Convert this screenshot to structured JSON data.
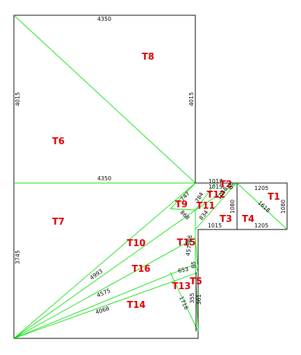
{
  "colors": {
    "outline": "#000000",
    "diagonal": "#00e000",
    "triangle_label": "#dd0000",
    "dimension_text": "#000000"
  },
  "triangles": {
    "t1": "T1",
    "t2": "T2",
    "t3": "T3",
    "t4": "T4",
    "t5": "T5",
    "t6": "T6",
    "t7": "T7",
    "t8": "T8",
    "t9": "T9",
    "t10": "T10",
    "t11": "T11",
    "t12": "T12",
    "t13": "T13",
    "t14": "T14",
    "t15": "T15",
    "t16": "T16"
  },
  "dimensions": {
    "top_width": "4350",
    "middle_width": "4350",
    "left_height_upper": "4015",
    "right_height_upper": "4015",
    "left_height_lower": "3745",
    "d1017": "1017",
    "d1015_top": "1015",
    "d1015_bottom": "1015",
    "d1205_top": "1205",
    "d1205_bottom": "1205",
    "d1618": "1618",
    "d1080_right": "1080",
    "d1080_mid": "1080",
    "d747": "747",
    "d784": "784",
    "d1018": "1018",
    "d66": "66",
    "d834": "834",
    "d868": "868",
    "d4993": "4993",
    "d4575": "4575",
    "d4068": "4068",
    "d653": "653",
    "d65": "65",
    "d1716": "1716",
    "d386": "386",
    "d457": "457",
    "d355": "355",
    "d361": "361"
  }
}
